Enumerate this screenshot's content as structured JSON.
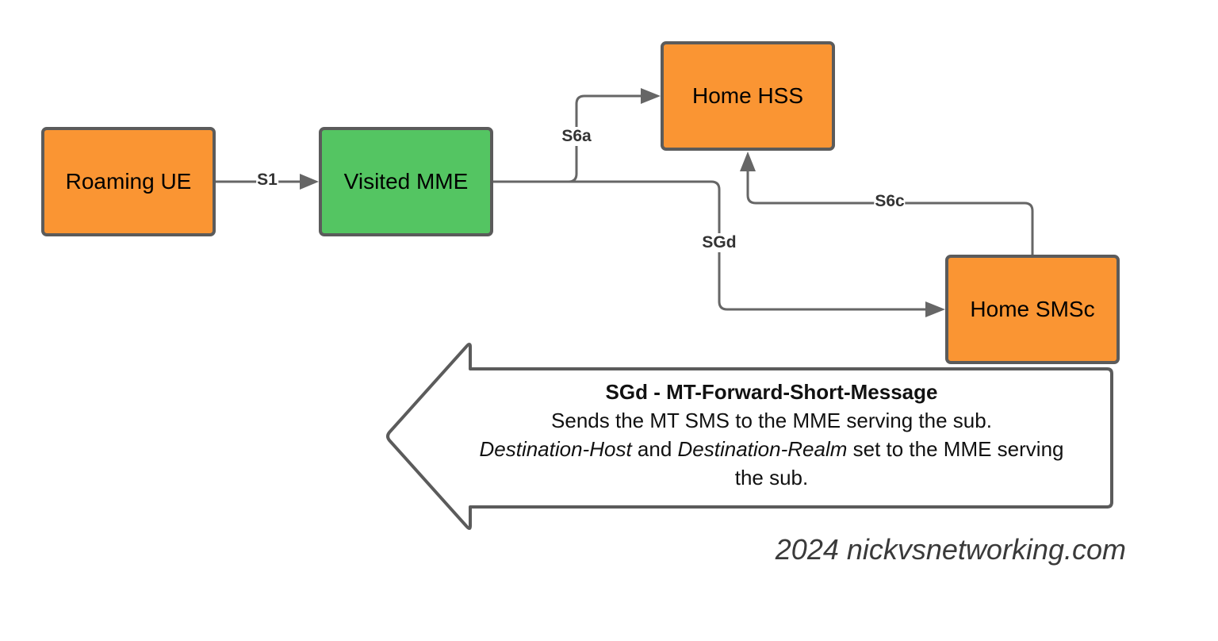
{
  "colors": {
    "node_orange": "#fa9533",
    "node_green": "#54c562",
    "stroke": "#5b5b5b",
    "connector": "#666666"
  },
  "nodes": {
    "roaming_ue": "Roaming UE",
    "visited_mme": "Visited MME",
    "home_hss": "Home HSS",
    "home_smsc": "Home SMSc"
  },
  "edges": {
    "s1": "S1",
    "s6a": "S6a",
    "sgd": "SGd",
    "s6c": "S6c"
  },
  "callout": {
    "title": "SGd - MT-Forward-Short-Message",
    "line2": "Sends the MT SMS to the MME serving the sub.",
    "dest_host": "Destination-Host",
    "and_word": " and ",
    "dest_realm": "Destination-Realm",
    "line3_tail": " set to the MME serving",
    "line4": "the sub."
  },
  "watermark": "2024 nickvsnetworking.com"
}
